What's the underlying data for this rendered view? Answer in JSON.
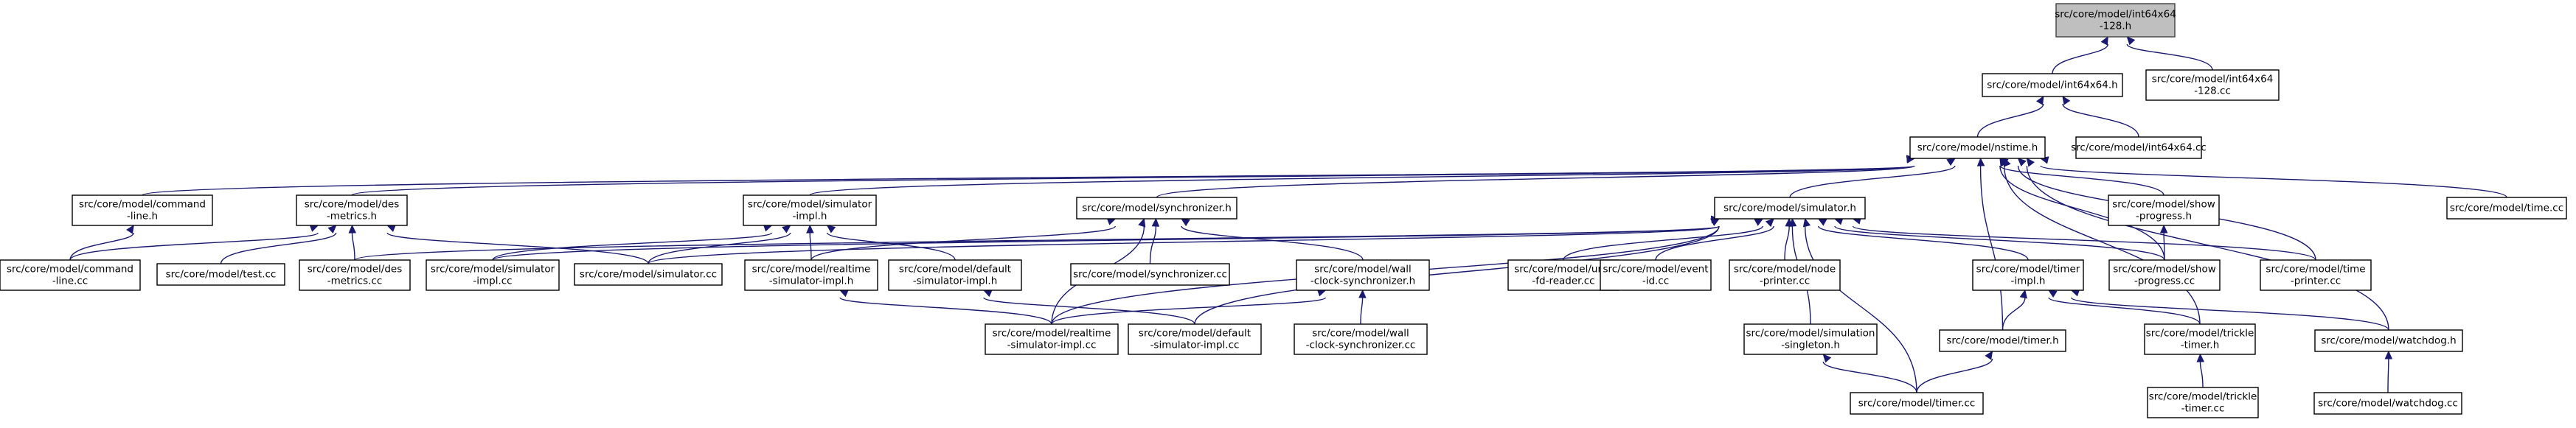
{
  "nodes": [
    {
      "id": "n0",
      "lines": [
        "src/core/model/int64x64",
        "-128.h"
      ],
      "root": true
    },
    {
      "id": "n1",
      "lines": [
        "src/core/model/int64x64.h"
      ]
    },
    {
      "id": "n2",
      "lines": [
        "src/core/model/int64x64",
        "-128.cc"
      ]
    },
    {
      "id": "n3",
      "lines": [
        "src/core/model/nstime.h"
      ]
    },
    {
      "id": "n4",
      "lines": [
        "src/core/model/int64x64.cc"
      ]
    },
    {
      "id": "n5",
      "lines": [
        "src/core/model/command",
        "-line.h"
      ]
    },
    {
      "id": "n6",
      "lines": [
        "src/core/model/des",
        "-metrics.h"
      ]
    },
    {
      "id": "n7",
      "lines": [
        "src/core/model/simulator",
        "-impl.h"
      ]
    },
    {
      "id": "n8",
      "lines": [
        "src/core/model/synchronizer.h"
      ]
    },
    {
      "id": "n9",
      "lines": [
        "src/core/model/simulator.h"
      ]
    },
    {
      "id": "n10",
      "lines": [
        "src/core/model/show",
        "-progress.h"
      ]
    },
    {
      "id": "n11",
      "lines": [
        "src/core/model/time.cc"
      ]
    },
    {
      "id": "n12",
      "lines": [
        "src/core/model/command",
        "-line.cc"
      ]
    },
    {
      "id": "n13",
      "lines": [
        "src/core/model/test.cc"
      ]
    },
    {
      "id": "n14",
      "lines": [
        "src/core/model/des",
        "-metrics.cc"
      ]
    },
    {
      "id": "n15",
      "lines": [
        "src/core/model/simulator",
        "-impl.cc"
      ]
    },
    {
      "id": "n16",
      "lines": [
        "src/core/model/simulator.cc"
      ]
    },
    {
      "id": "n17",
      "lines": [
        "src/core/model/realtime",
        "-simulator-impl.h"
      ]
    },
    {
      "id": "n18",
      "lines": [
        "src/core/model/default",
        "-simulator-impl.h"
      ]
    },
    {
      "id": "n19",
      "lines": [
        "src/core/model/synchronizer.cc"
      ]
    },
    {
      "id": "n20",
      "lines": [
        "src/core/model/wall",
        "-clock-synchronizer.h"
      ]
    },
    {
      "id": "n21",
      "lines": [
        "src/core/model/unix",
        "-fd-reader.cc"
      ]
    },
    {
      "id": "n22",
      "lines": [
        "src/core/model/event",
        "-id.cc"
      ]
    },
    {
      "id": "n23",
      "lines": [
        "src/core/model/node",
        "-printer.cc"
      ]
    },
    {
      "id": "n24",
      "lines": [
        "src/core/model/timer",
        "-impl.h"
      ]
    },
    {
      "id": "n25",
      "lines": [
        "src/core/model/show",
        "-progress.cc"
      ]
    },
    {
      "id": "n26",
      "lines": [
        "src/core/model/time",
        "-printer.cc"
      ]
    },
    {
      "id": "n27",
      "lines": [
        "src/core/model/realtime",
        "-simulator-impl.cc"
      ]
    },
    {
      "id": "n28",
      "lines": [
        "src/core/model/default",
        "-simulator-impl.cc"
      ]
    },
    {
      "id": "n29",
      "lines": [
        "src/core/model/wall",
        "-clock-synchronizer.cc"
      ]
    },
    {
      "id": "n30",
      "lines": [
        "src/core/model/simulation",
        "-singleton.h"
      ]
    },
    {
      "id": "n31",
      "lines": [
        "src/core/model/timer.h"
      ]
    },
    {
      "id": "n32",
      "lines": [
        "src/core/model/trickle",
        "-timer.h"
      ]
    },
    {
      "id": "n33",
      "lines": [
        "src/core/model/watchdog.h"
      ]
    },
    {
      "id": "n34",
      "lines": [
        "src/core/model/timer.cc"
      ]
    },
    {
      "id": "n35",
      "lines": [
        "src/core/model/trickle",
        "-timer.cc"
      ]
    },
    {
      "id": "n36",
      "lines": [
        "src/core/model/watchdog.cc"
      ]
    }
  ],
  "edges": [
    [
      "n0",
      "n1"
    ],
    [
      "n0",
      "n2"
    ],
    [
      "n1",
      "n3"
    ],
    [
      "n1",
      "n4"
    ],
    [
      "n3",
      "n5"
    ],
    [
      "n3",
      "n6"
    ],
    [
      "n3",
      "n7"
    ],
    [
      "n3",
      "n8"
    ],
    [
      "n3",
      "n9"
    ],
    [
      "n3",
      "n10"
    ],
    [
      "n3",
      "n11"
    ],
    [
      "n3",
      "n25"
    ],
    [
      "n3",
      "n26"
    ],
    [
      "n3",
      "n31"
    ],
    [
      "n3",
      "n32"
    ],
    [
      "n3",
      "n33"
    ],
    [
      "n5",
      "n12"
    ],
    [
      "n6",
      "n12"
    ],
    [
      "n6",
      "n13"
    ],
    [
      "n6",
      "n14"
    ],
    [
      "n6",
      "n16"
    ],
    [
      "n7",
      "n15"
    ],
    [
      "n7",
      "n16"
    ],
    [
      "n7",
      "n17"
    ],
    [
      "n7",
      "n18"
    ],
    [
      "n8",
      "n17"
    ],
    [
      "n8",
      "n19"
    ],
    [
      "n8",
      "n20"
    ],
    [
      "n8",
      "n27"
    ],
    [
      "n9",
      "n14"
    ],
    [
      "n9",
      "n15"
    ],
    [
      "n9",
      "n16"
    ],
    [
      "n9",
      "n21"
    ],
    [
      "n9",
      "n22"
    ],
    [
      "n9",
      "n23"
    ],
    [
      "n9",
      "n24"
    ],
    [
      "n9",
      "n25"
    ],
    [
      "n9",
      "n26"
    ],
    [
      "n9",
      "n27"
    ],
    [
      "n9",
      "n28"
    ],
    [
      "n9",
      "n30"
    ],
    [
      "n9",
      "n34"
    ],
    [
      "n10",
      "n25"
    ],
    [
      "n17",
      "n27"
    ],
    [
      "n18",
      "n28"
    ],
    [
      "n20",
      "n27"
    ],
    [
      "n20",
      "n29"
    ],
    [
      "n24",
      "n31"
    ],
    [
      "n24",
      "n32"
    ],
    [
      "n24",
      "n33"
    ],
    [
      "n30",
      "n34"
    ],
    [
      "n31",
      "n34"
    ],
    [
      "n32",
      "n35"
    ],
    [
      "n33",
      "n36"
    ]
  ]
}
